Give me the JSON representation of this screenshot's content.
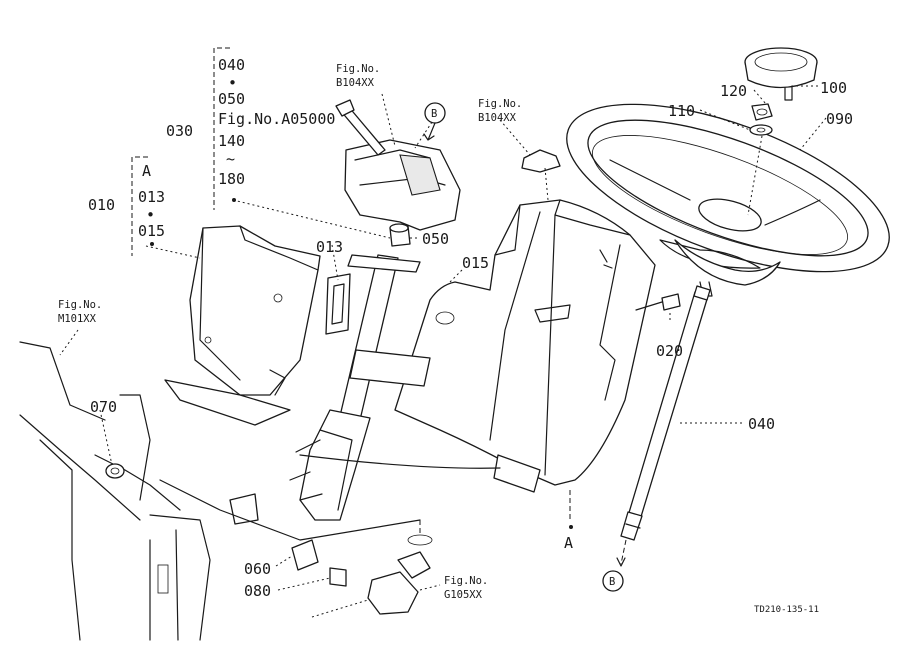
{
  "diagram": {
    "drawing_code": "TD210-135-11",
    "group_010": {
      "number": "010",
      "members": [
        "A",
        "013",
        "015"
      ]
    },
    "group_030": {
      "number": "030",
      "members": [
        "040",
        "050",
        "Fig.No.A05000",
        "140",
        "~",
        "180"
      ]
    },
    "part_labels": {
      "p013": "013",
      "p015": "015",
      "p020": "020",
      "p040": "040",
      "p050": "050",
      "p060": "060",
      "p070": "070",
      "p080": "080",
      "p090": "090",
      "p100": "100",
      "p110": "110",
      "p120": "120"
    },
    "ref_A": "A",
    "ref_B": "B",
    "fig_refs": {
      "top_a": [
        "Fig.No.",
        "B104XX"
      ],
      "top_b": [
        "Fig.No.",
        "B104XX"
      ],
      "left": [
        "Fig.No.",
        "M101XX"
      ],
      "bottom": [
        "Fig.No.",
        "G105XX"
      ]
    }
  }
}
